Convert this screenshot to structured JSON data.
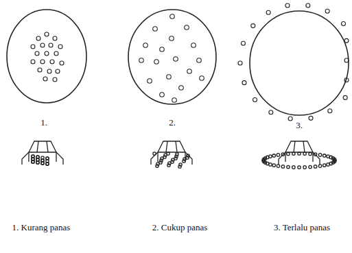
{
  "diagram": {
    "labels": [
      "1.",
      "2.",
      "3.",
      "1. Kurang panas",
      "2. Cukup panas",
      "3. Terlalu panas"
    ]
  }
}
